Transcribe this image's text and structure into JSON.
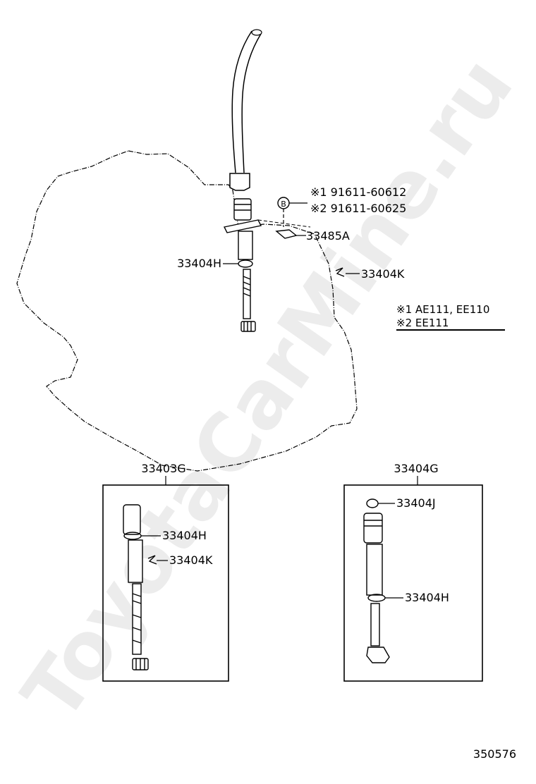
{
  "watermark": "ToyotaCarMine.ru",
  "parts": {
    "bolt_ref1": "※1 91611-60612",
    "bolt_ref2": "※2 91611-60625",
    "bolt_marker": "B",
    "plate": "33485A",
    "oring_main": "33404H",
    "clip_main": "33404K",
    "set_left": "33403G",
    "set_left_oring": "33404H",
    "set_left_clip": "33404K",
    "set_right": "33404G",
    "set_right_cap": "33404J",
    "set_right_oring": "33404H"
  },
  "notes": {
    "note1": "※1 AE111, EE110",
    "note2": "※2 EE111"
  },
  "figure_id": "350576"
}
